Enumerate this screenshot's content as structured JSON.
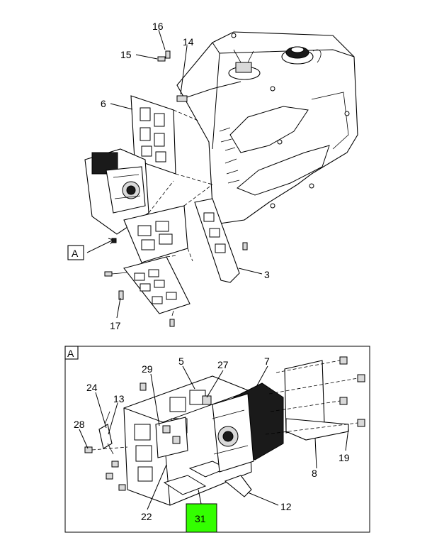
{
  "upper_view": {
    "callouts": [
      "16",
      "15",
      "14",
      "6",
      "3",
      "17"
    ],
    "view_label": "A"
  },
  "detail_view": {
    "frame_label": "A",
    "callouts": [
      "29",
      "5",
      "27",
      "7",
      "24",
      "13",
      "28",
      "19",
      "8",
      "12",
      "22"
    ],
    "highlighted_callout": "31",
    "highlight_color": "#33ff00"
  }
}
